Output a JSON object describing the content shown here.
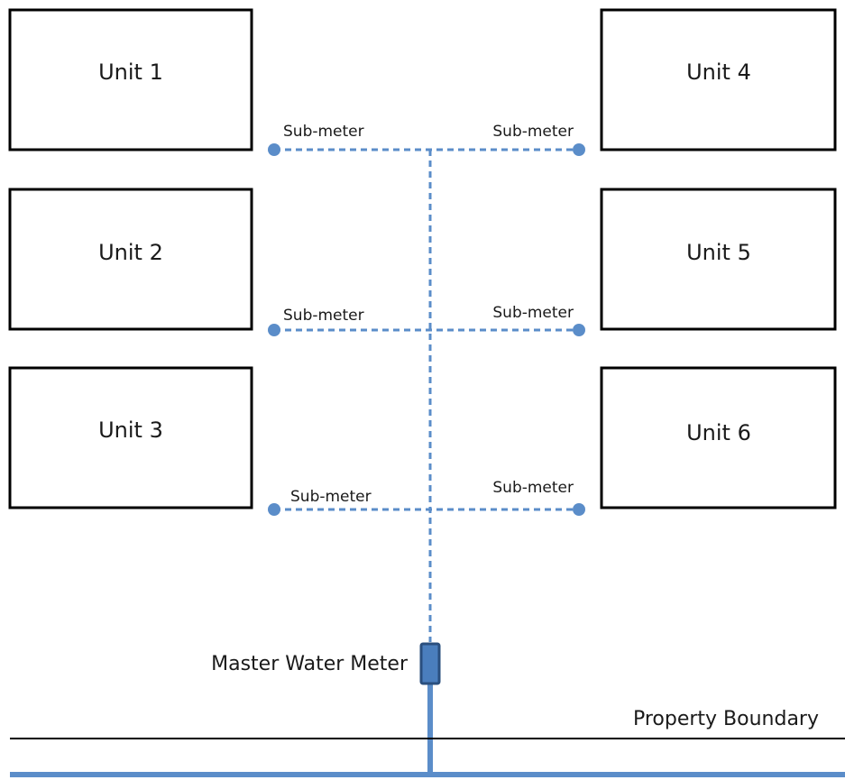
{
  "units": [
    {
      "label": "Unit 1"
    },
    {
      "label": "Unit 2"
    },
    {
      "label": "Unit 3"
    },
    {
      "label": "Unit 4"
    },
    {
      "label": "Unit 5"
    },
    {
      "label": "Unit 6"
    }
  ],
  "sub_meter_label": "Sub-meter",
  "master_meter_label": "Master Water Meter",
  "property_boundary_label": "Property Boundary",
  "colors": {
    "pipe": "#5b8dc9",
    "meter_fill": "#4a7ebd",
    "meter_stroke": "#2a4f7e",
    "box_stroke": "#000000",
    "boundary": "#000000"
  }
}
